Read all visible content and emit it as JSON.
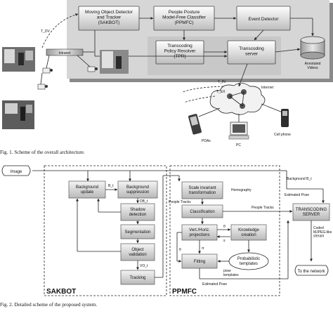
{
  "figure1": {
    "blocks": {
      "sakbot": "Moving Object Detector|and Tracker|(SAKBOT)",
      "ppmfc": "People Posture|Model-Free Classifier|(PPMFC)",
      "event": "Event Detector",
      "tpr": "Transcoding|Policy Resolver|(TPR)",
      "server": "Transcoding|server",
      "videos": "Annotated|Videos"
    },
    "labels": {
      "t_dv": "T_DV",
      "intranet": "Intranet",
      "t_in": "T_IN",
      "t_ex": "T_EX",
      "internet": "Internet",
      "pdas": "PDAs",
      "pc": "PC",
      "cellphone": "Cell phone"
    },
    "caption": "Fig. 1.   Scheme of the overall architecture."
  },
  "figure2": {
    "image": "Image",
    "sakbot_title": "SAKBOT",
    "ppmfc_title": "PPMFC",
    "sakbot_blocks": {
      "bg_update": "Background|update",
      "bg_suppression": "Background|suppression",
      "shadow": "Shadow|detection",
      "segmentation": "Segmentation",
      "validation": "Object|validation",
      "tracking": "Tracking"
    },
    "ppmfc_blocks": {
      "scale": "Scale invariant|transformation",
      "classification": "Classification",
      "projections": "Vert./Horiz.|projections",
      "knowledge": "Knowledge|creation",
      "fitting": "Fitting",
      "templates": "Probabilistic|templates",
      "pose_templates": "pose|templates"
    },
    "labels": {
      "bt": "B_t",
      "dbt": "DB_t",
      "vot": "VO_t",
      "homography": "Homography",
      "people_tracks_1": "People Tracks",
      "people_tracks_2": "People Tracks",
      "theta1": "θ",
      "sigma": "s",
      "theta2": "θ",
      "pi": "π",
      "estimated_pose_bottom": "Estimated Pose",
      "background_bt": "Background B_t",
      "estimated_pose_right": "Estimated Pose",
      "transcoding_server": "TRANSCODING|SERVER",
      "coded": "Coded|MJPEG-like|stream",
      "network": "To the network"
    },
    "caption": "Fig. 2.   Detailed scheme of the proposed system."
  }
}
